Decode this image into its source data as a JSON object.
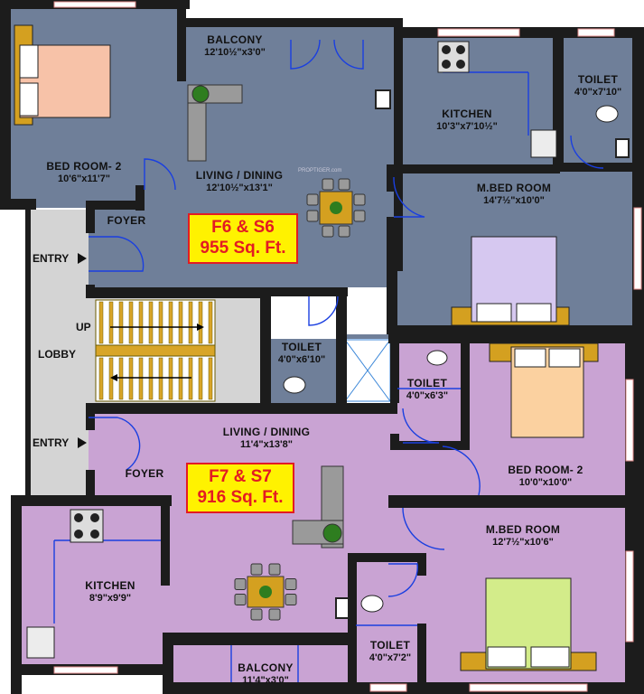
{
  "rooms": {
    "bed2_top": {
      "title": "BED ROOM- 2",
      "dim": "10'6\"x11'7\""
    },
    "balcony_top": {
      "title": "BALCONY",
      "dim": "12'10½\"x3'0\""
    },
    "kitchen_top": {
      "title": "KITCHEN",
      "dim": "10'3\"x7'10½\""
    },
    "toilet_top_right": {
      "title": "TOILET",
      "dim": "4'0\"x7'10\""
    },
    "living_top": {
      "title": "LIVING / DINING",
      "dim": "12'10½\"x13'1\""
    },
    "foyer_top": {
      "title": "FOYER"
    },
    "mbed_top": {
      "title": "M.BED ROOM",
      "dim": "14'7½\"x10'0\""
    },
    "toilet_mid": {
      "title": "TOILET",
      "dim": "4'0\"x6'10\""
    },
    "toilet_mid_right": {
      "title": "TOILET",
      "dim": "4'0\"x6'3\""
    },
    "living_bottom": {
      "title": "LIVING / DINING",
      "dim": "11'4\"x13'8\""
    },
    "foyer_bottom": {
      "title": "FOYER"
    },
    "bed2_bottom": {
      "title": "BED ROOM- 2",
      "dim": "10'0\"x10'0\""
    },
    "mbed_bottom": {
      "title": "M.BED ROOM",
      "dim": "12'7½\"x10'6\""
    },
    "kitchen_bottom": {
      "title": "KITCHEN",
      "dim": "8'9\"x9'9\""
    },
    "toilet_bottom": {
      "title": "TOILET",
      "dim": "4'0\"x7'2\""
    },
    "balcony_bottom": {
      "title": "BALCONY",
      "dim": "11'4\"x3'0\""
    }
  },
  "units": {
    "top": {
      "name": "F6 & S6",
      "area": "955 Sq. Ft."
    },
    "bottom": {
      "name": "F7 & S7",
      "area": "916 Sq. Ft."
    }
  },
  "circulation": {
    "entry_top": "ENTRY",
    "entry_bottom": "ENTRY",
    "up": "UP",
    "lobby": "LOBBY"
  },
  "watermark": "PROPTIGER.com",
  "colors": {
    "top_floor": "#6f7f99",
    "bottom_floor": "#c9a3d3",
    "lobby": "#d4d4d4",
    "wall": "#1c1c1c",
    "label_box": "#fff200",
    "label_text": "#e31b23",
    "door": "#1a3fe0",
    "window": "#e08a8a"
  }
}
